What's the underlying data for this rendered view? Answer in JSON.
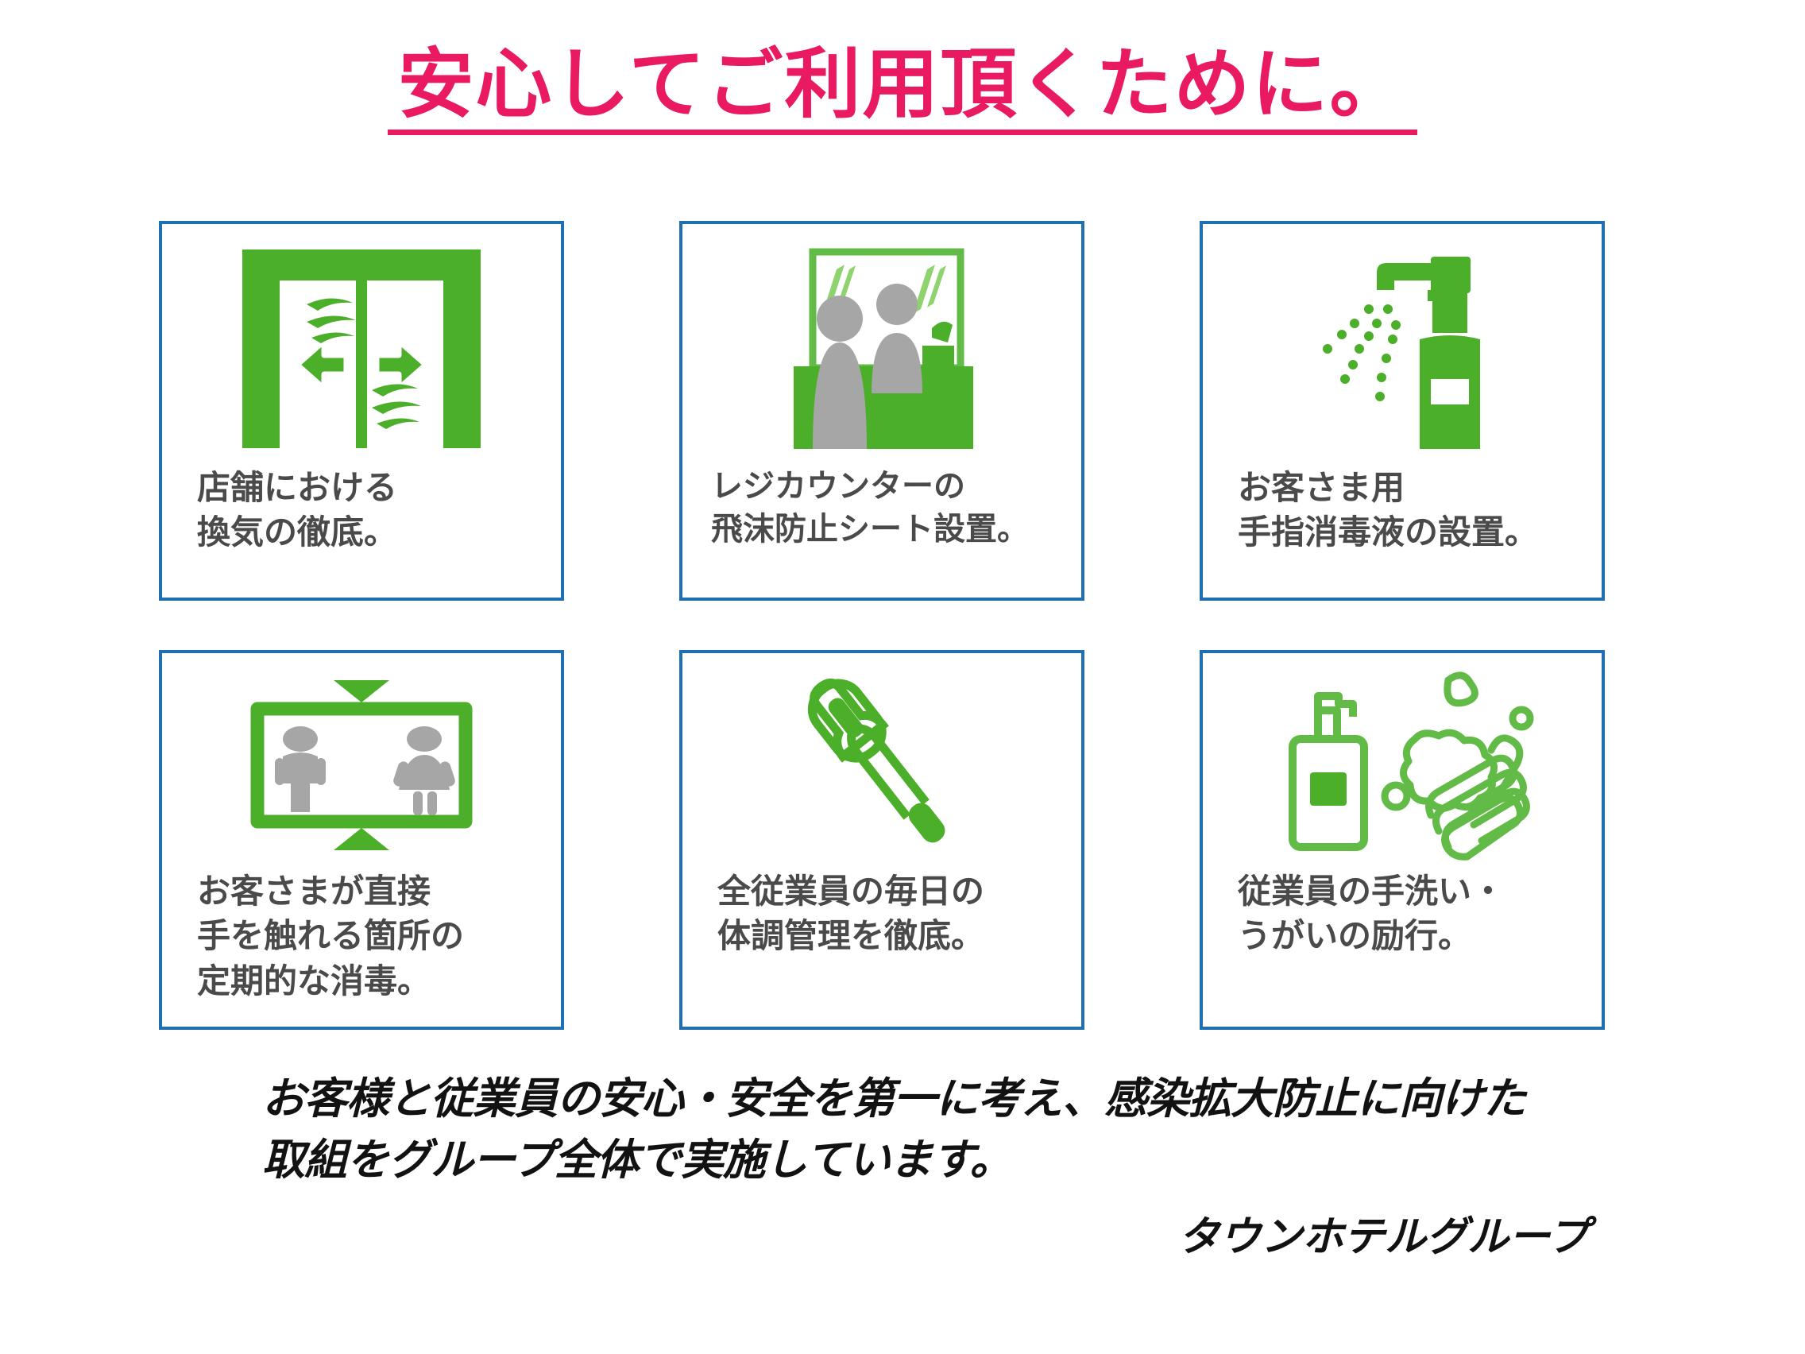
{
  "title": "安心してご利用頂くために。",
  "colors": {
    "title_pink": "#ea1a62",
    "card_border_blue": "#1f6fb2",
    "icon_green": "#4caf2a",
    "icon_green_light": "#62bb46",
    "icon_gray": "#a6a6a6",
    "label_gray": "#4a4a4a",
    "footer_black": "#121212"
  },
  "cards": [
    {
      "icon": "ventilation-window-icon",
      "label": "店舗における\n換気の徹底。"
    },
    {
      "icon": "register-counter-shield-icon",
      "label": "レジカウンターの\n飛沫防止シート設置。"
    },
    {
      "icon": "spray-bottle-icon",
      "label": "お客さま用\n手指消毒液の設置。"
    },
    {
      "icon": "social-distance-people-icon",
      "label": "お客さまが直接\n手を触れる箇所の\n定期的な消毒。"
    },
    {
      "icon": "thermometer-icon",
      "label": "全従業員の毎日の\n体調管理を徹底。"
    },
    {
      "icon": "handwash-soap-icon",
      "label": "従業員の手洗い・\nうがいの励行。"
    }
  ],
  "footer": {
    "text": "お客様と従業員の安心・安全を第一に考え、感染拡大防止に向けた\n取組をグループ全体で実施しています。",
    "signature": "タウンホテルグループ"
  }
}
